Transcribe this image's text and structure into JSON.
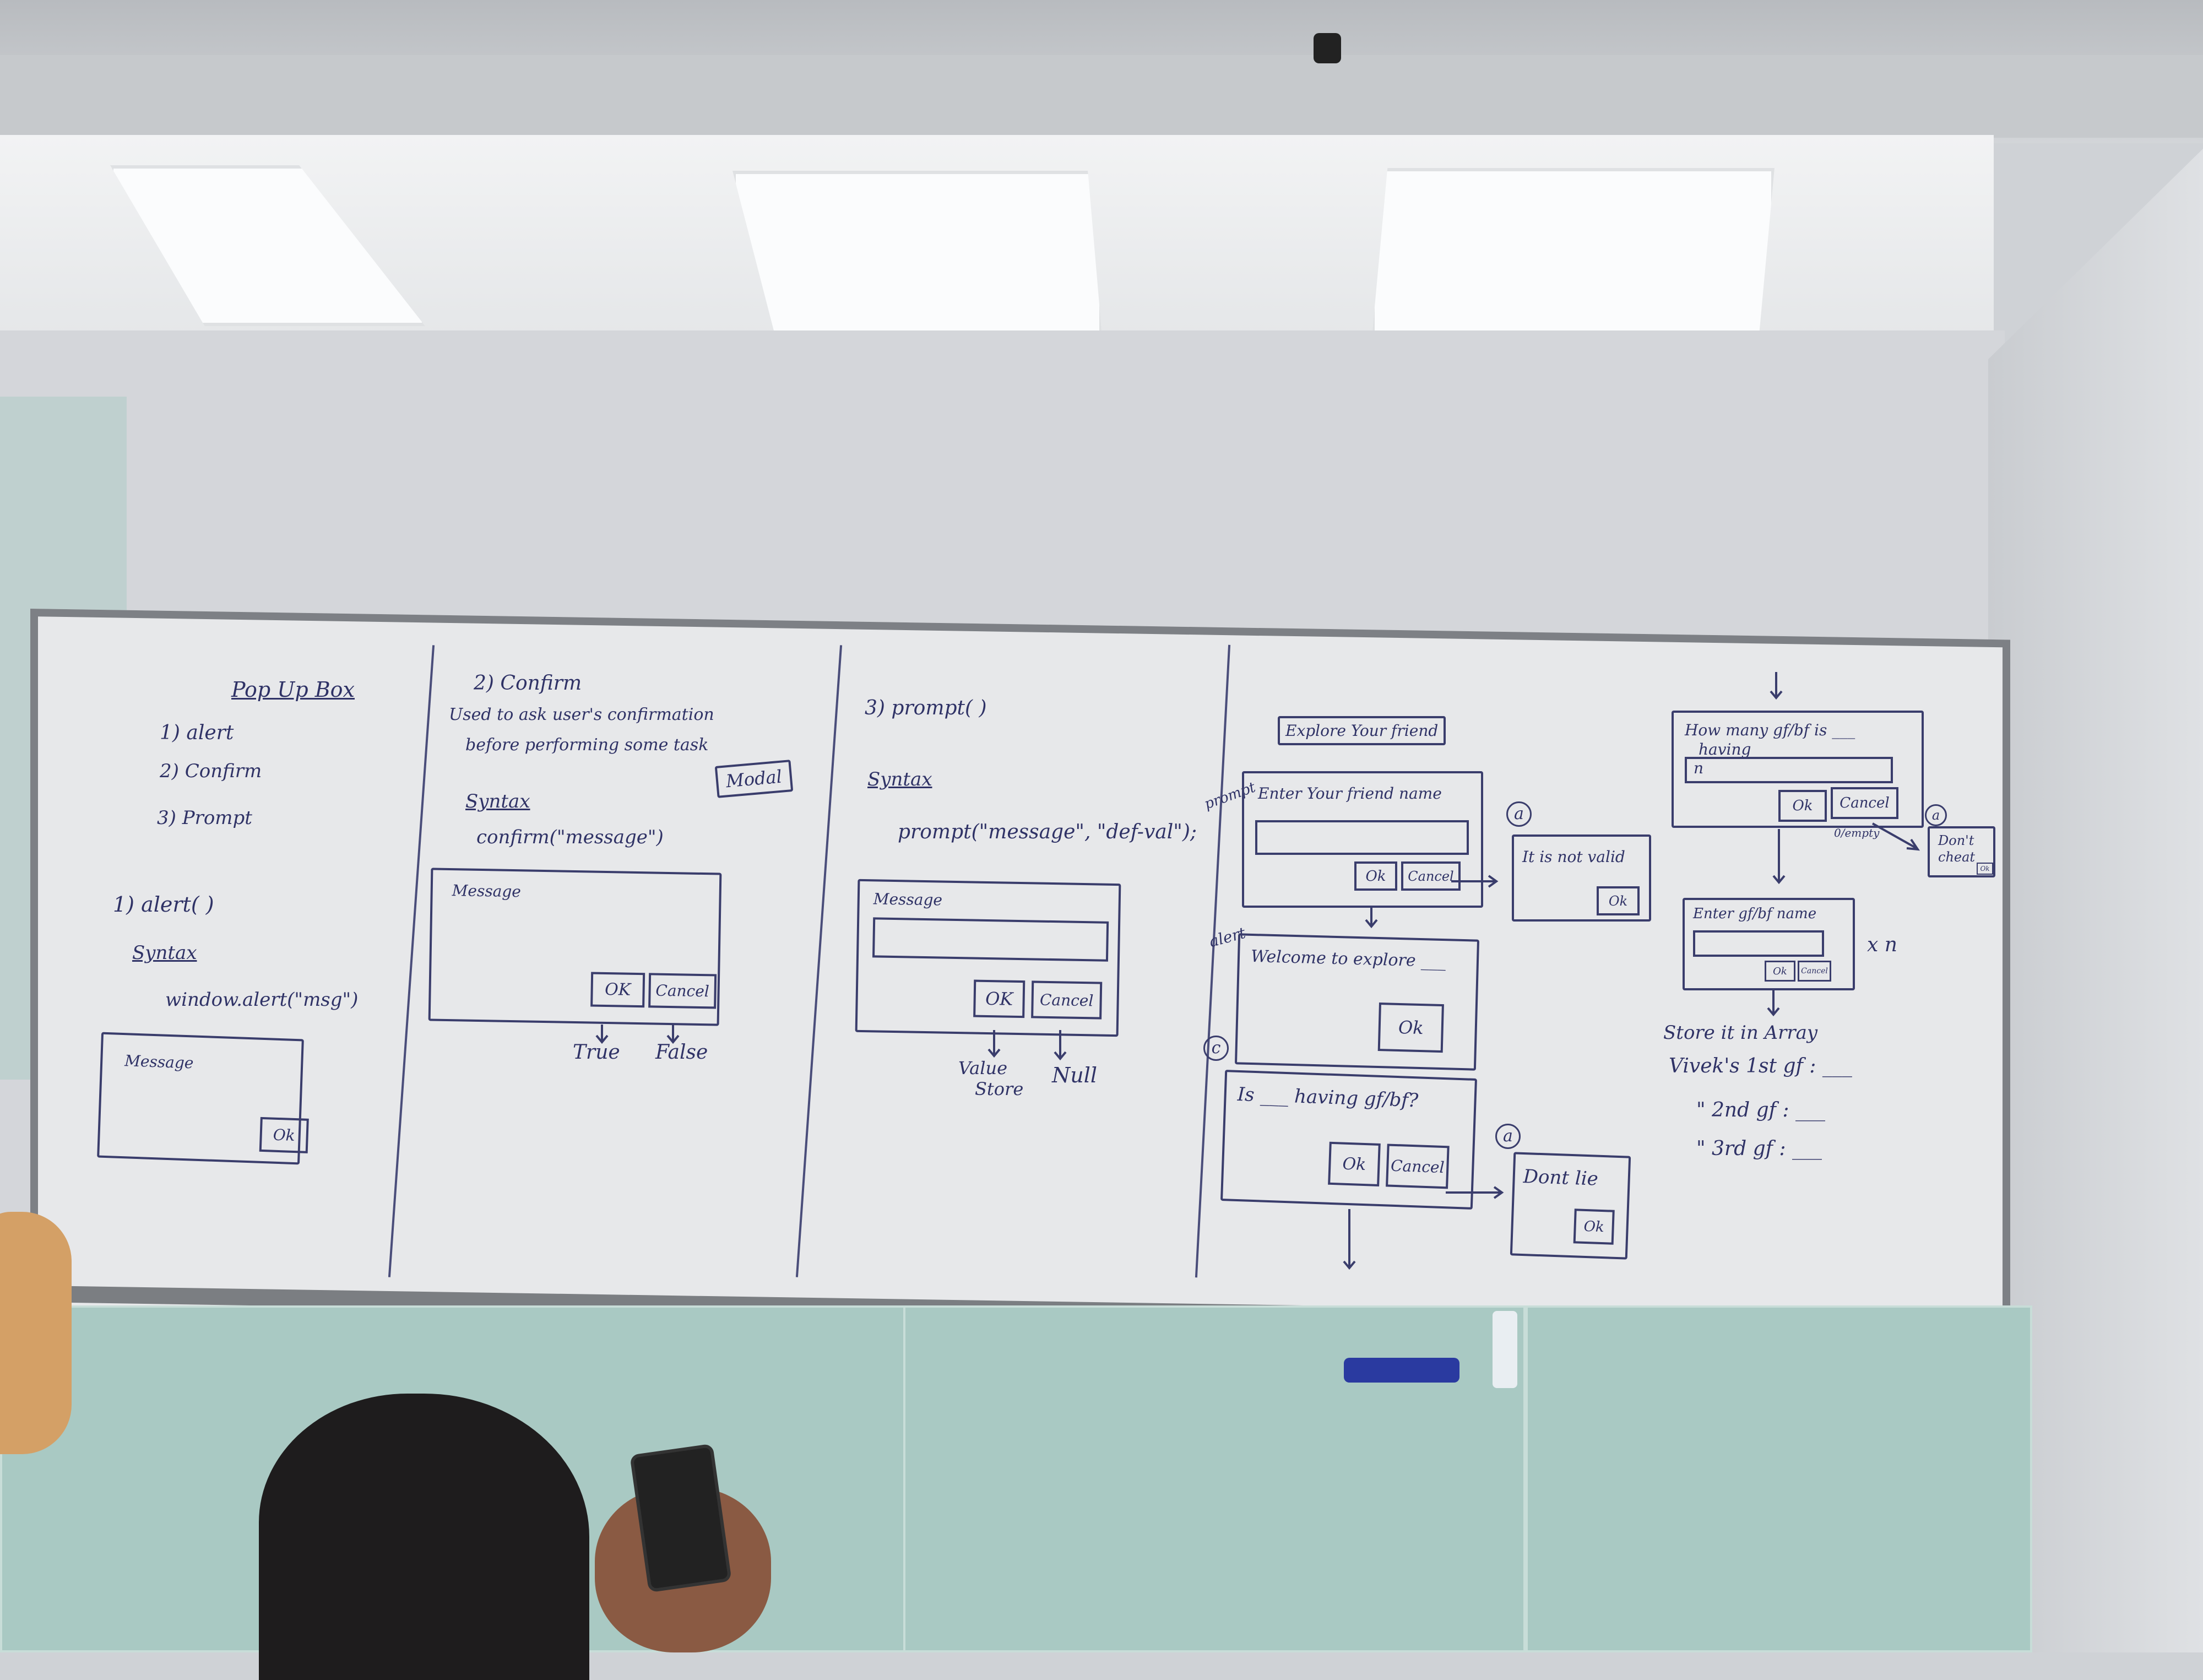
{
  "board": {
    "col1": {
      "title": "Pop Up Box",
      "items": [
        "1) alert",
        "2) Confirm",
        "3) Prompt"
      ],
      "alert_heading": "1) alert( )",
      "syntax_label": "Syntax",
      "syntax_code": "window.alert(\"msg\")",
      "dialog_message": "Message",
      "ok": "Ok"
    },
    "col2": {
      "heading": "2) Confirm",
      "desc_line1": "Used to ask user's confirmation",
      "desc_line2": "before performing some task",
      "modal_tag": "Modal",
      "syntax_label": "Syntax",
      "syntax_code": "confirm(\"message\")",
      "dialog_message": "Message",
      "ok": "OK",
      "cancel": "Cancel",
      "true_label": "True",
      "false_label": "False"
    },
    "col3": {
      "heading": "3) prompt( )",
      "syntax_label": "Syntax",
      "syntax_code": "prompt(\"message\", \"def-val\");",
      "dialog_message": "Message",
      "ok": "OK",
      "cancel": "Cancel",
      "value_line1": "Value",
      "value_line2": "Store",
      "null_label": "Null"
    },
    "col4": {
      "title_box": "Explore Your friend",
      "prompt_tag": "prompt",
      "enter_name": "Enter Your friend name",
      "ok": "Ok",
      "cancel": "Cancel",
      "a_mark": "a",
      "invalid": "It is not valid",
      "invalid_ok": "Ok",
      "alert_tag": "alert",
      "welcome": "Welcome to explore ___",
      "welcome_ok": "Ok",
      "c_mark": "c",
      "question": "Is ___ having gf/bf?",
      "q_ok": "Ok",
      "q_cancel": "Cancel",
      "a2_mark": "a",
      "dont_lie": "Dont lie",
      "dont_lie_ok": "Ok"
    },
    "col5": {
      "how_many_line1": "How many gf/bf is ___",
      "how_many_line2": "having",
      "input_value": "n",
      "ok": "Ok",
      "cancel": "Cancel",
      "zero_empty": "0/empty",
      "a_mark": "a",
      "dont_cheat_line1": "Don't",
      "dont_cheat_line2": "cheat",
      "dont_cheat_ok": "Ok",
      "enter_name": "Enter gf/bf name",
      "small_ok": "Ok",
      "small_cancel": "Cancel",
      "times_n": "x n",
      "store": "Store it in Array",
      "row1": "Vivek's 1st gf : ___",
      "row2": "\" 2nd gf : ___",
      "row3": "\" 3rd gf : ___"
    }
  }
}
